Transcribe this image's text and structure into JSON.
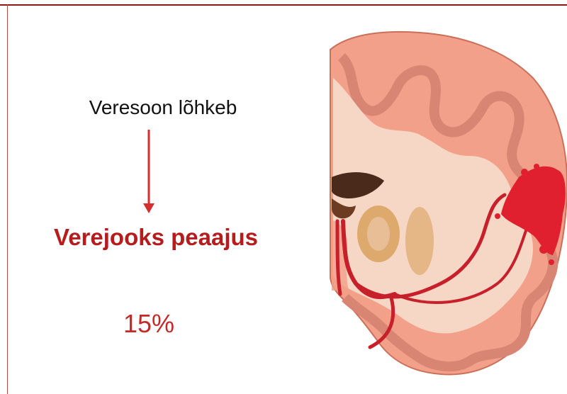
{
  "slide": {
    "cause_text": "Veresoon lõhkeb",
    "result_text": "Verejooks peaajus",
    "percentage": "15%"
  },
  "illustration": {
    "subject": "brain-coronal-section-hemorrhage-icon",
    "colors": {
      "cortex": "#f2a08a",
      "white_matter": "#f6d7c6",
      "ventricle": "#4a2a1a",
      "nuclei": "#d9a15c",
      "artery": "#c8202a",
      "bleed": "#e0202e",
      "frame": "#8b1a1a"
    }
  }
}
